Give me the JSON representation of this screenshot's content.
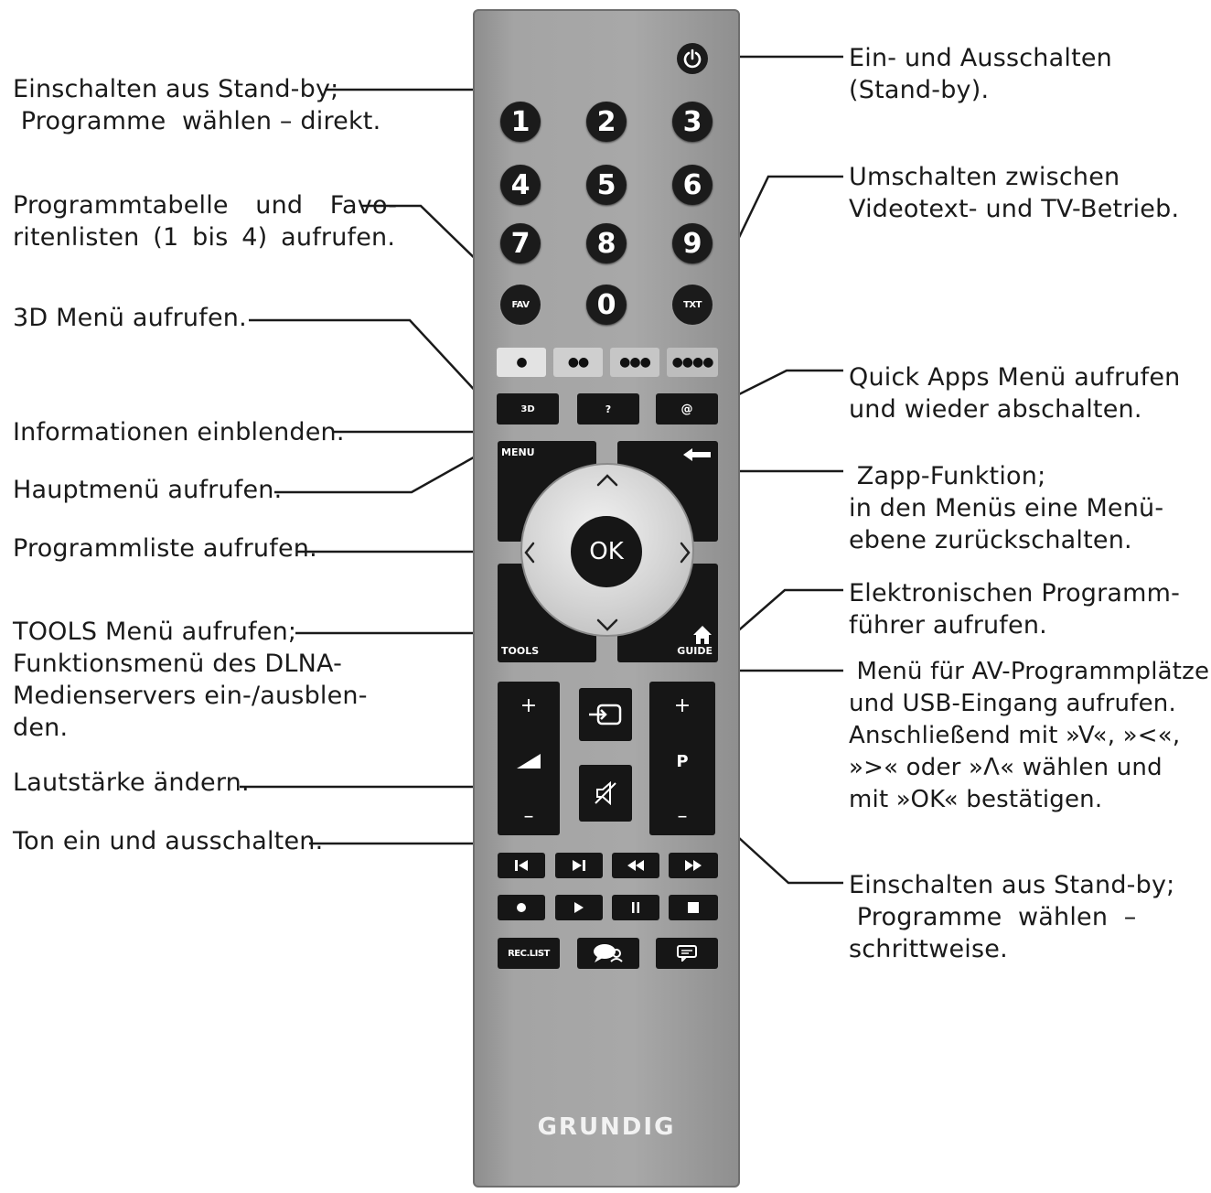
{
  "annotations_left": {
    "standby_direct": [
      "Einschalten aus Stand-by;",
      " Programme  wählen – direkt."
    ],
    "program_table": [
      "Programmtabelle  und  Favo-",
      "ritenlisten (1 bis 4) aufrufen."
    ],
    "menu_3d": [
      "3D Menü aufrufen."
    ],
    "info": [
      "Informationen einblenden."
    ],
    "main_menu": [
      "Hauptmenü aufrufen."
    ],
    "program_list": [
      "Programmliste aufrufen."
    ],
    "tools": [
      "TOOLS Menü aufrufen;",
      "Funktionsmenü des DLNA-",
      "Medienservers ein-/ausblen-",
      "den."
    ],
    "volume": [
      "Lautstärke ändern."
    ],
    "mute": [
      "Ton ein und ausschalten."
    ]
  },
  "annotations_right": {
    "power": [
      "Ein- und Ausschalten",
      "(Stand-by)."
    ],
    "teletext": [
      "Umschalten zwischen",
      "Videotext- und TV-Betrieb."
    ],
    "quick_apps": [
      "Quick Apps Menü aufrufen",
      "und wieder abschalten."
    ],
    "zapp": [
      " Zapp-Funktion;",
      "in den Menüs eine Menü-",
      "ebene zurückschalten."
    ],
    "epg": [
      "Elektronischen Programm-",
      "führer aufrufen."
    ],
    "av_menu": [
      " Menü für AV-Programmplätze",
      "und USB-Eingang aufrufen.",
      "Anschließend mit »V«, »<«,",
      "»>« oder »Λ« wählen und",
      "mit »OK« bestätigen."
    ],
    "standby_step": [
      "Einschalten aus Stand-by;",
      " Programme  wählen  –",
      "schrittweise."
    ]
  },
  "remote": {
    "brand": "GRUNDIG",
    "numbers": [
      "1",
      "2",
      "3",
      "4",
      "5",
      "6",
      "7",
      "8",
      "9",
      "0"
    ],
    "fav": "FAV",
    "txt": "TXT",
    "color_buttons": [
      "●",
      "●●",
      "●●●",
      "●●●●"
    ],
    "btn_3d": "3D",
    "btn_info": "?",
    "btn_apps": "@",
    "menu": "MENU",
    "ok": "OK",
    "tools": "TOOLS",
    "guide": "GUIDE",
    "plus": "+",
    "minus": "–",
    "p": "P",
    "rec_list": "REC.LIST"
  }
}
